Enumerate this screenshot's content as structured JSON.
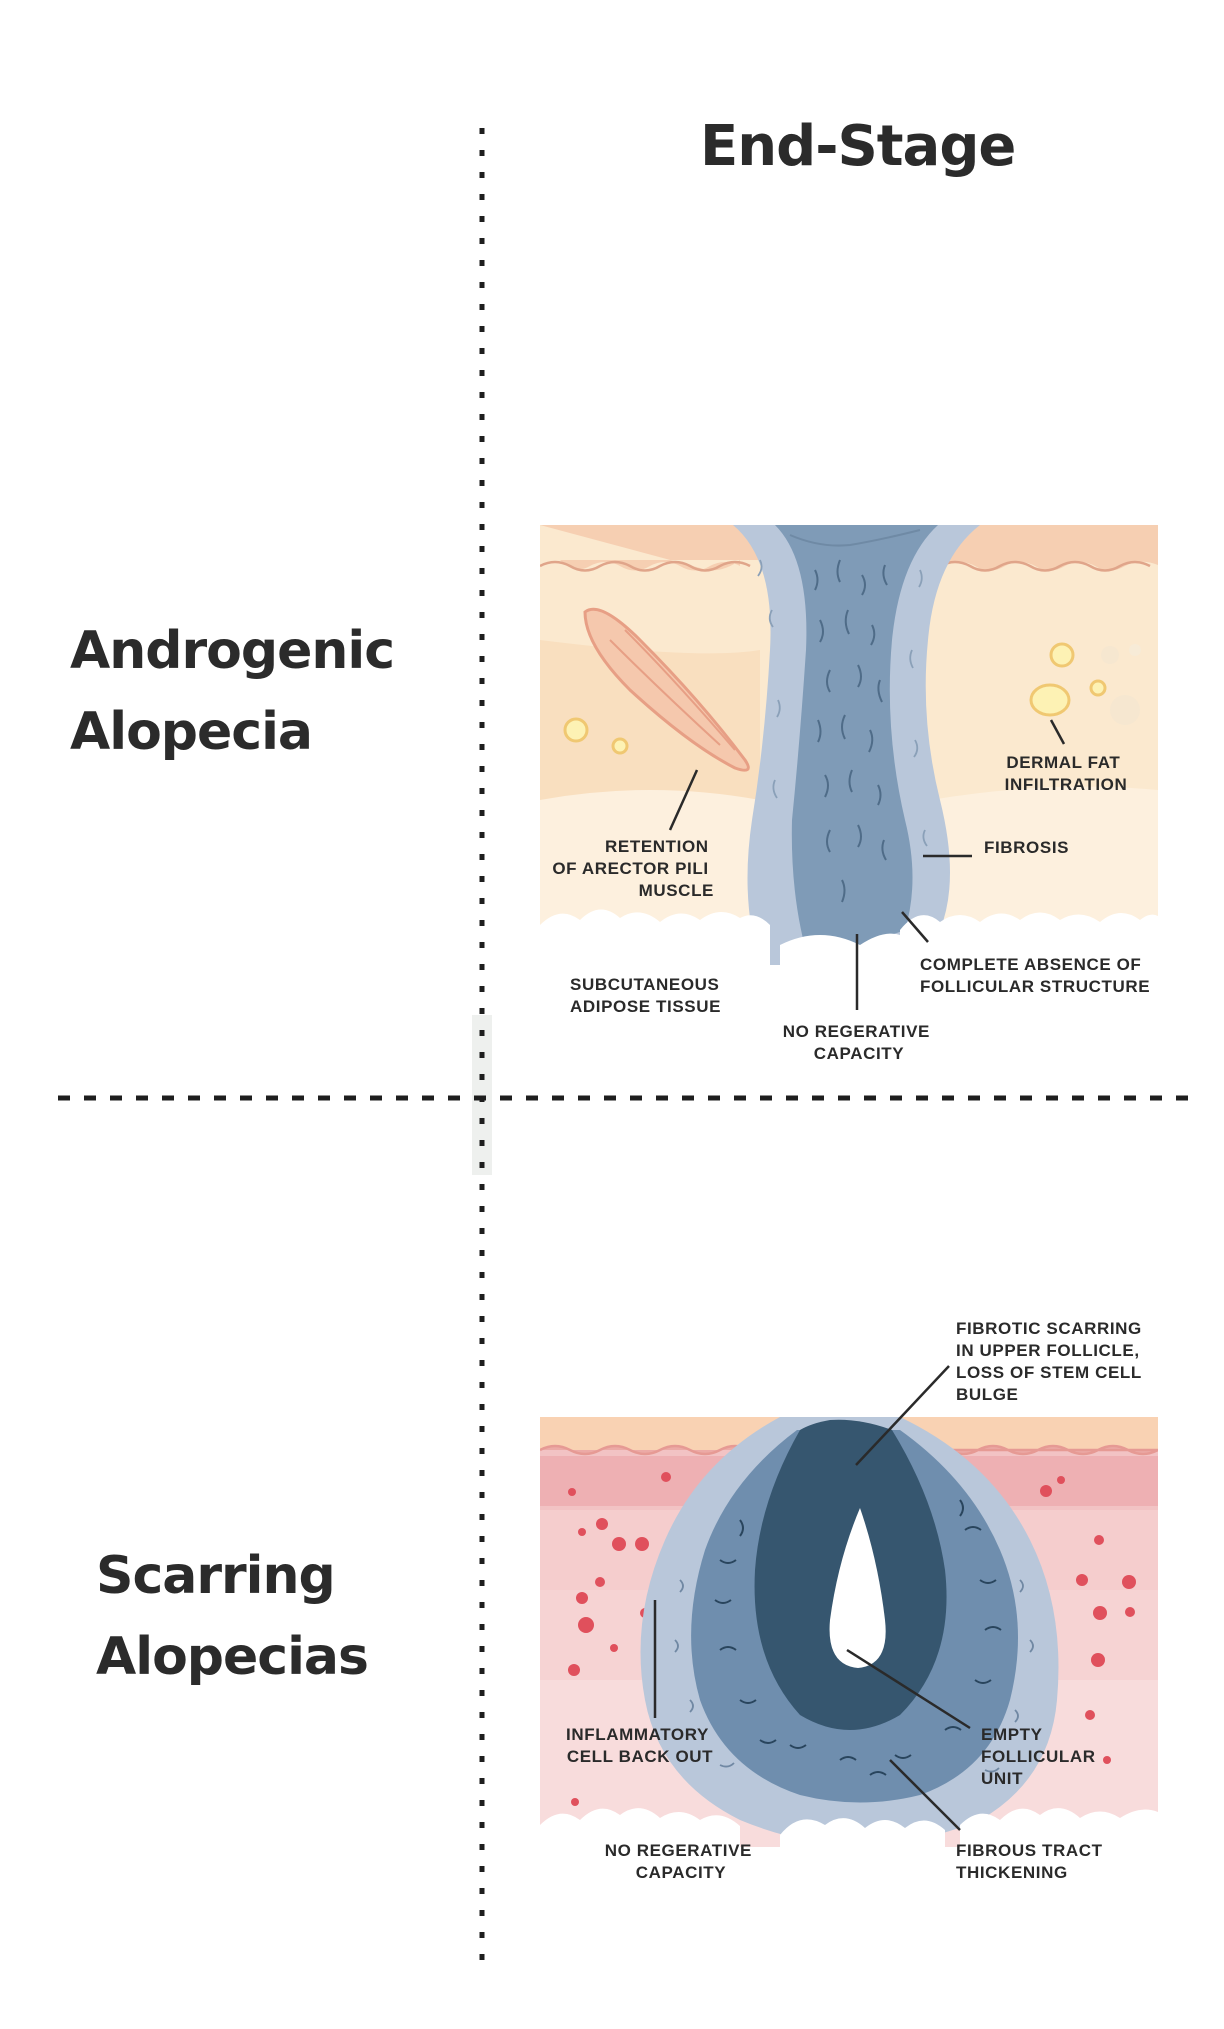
{
  "header": {
    "column_title": "End-Stage"
  },
  "rows": [
    {
      "title_lines": [
        "Androgenic",
        "Alopecia"
      ],
      "labels": {
        "retention": [
          "RETENTION",
          "OF ARECTOR PILI",
          "MUSCLE"
        ],
        "dermal_fat": [
          "DERMAL FAT",
          "INFILTRATION"
        ],
        "fibrosis": [
          "FIBROSIS"
        ],
        "subcutaneous": [
          "SUBCUTANEOUS",
          "ADIPOSE TISSUE"
        ],
        "complete_absence": [
          "COMPLETE ABSENCE OF",
          "FOLLICULAR STRUCTURE"
        ],
        "no_regen": [
          "NO REGERATIVE",
          "CAPACITY"
        ]
      }
    },
    {
      "title_lines": [
        "Scarring",
        "Alopecias"
      ],
      "labels": {
        "fibrotic": [
          "FIBROTIC SCARRING",
          "IN UPPER FOLLICLE,",
          "LOSS OF STEM CELL",
          "BULGE"
        ],
        "inflammatory": [
          "INFLAMMATORY",
          "CELL BACK OUT"
        ],
        "empty_unit": [
          "EMPTY",
          "FOLLICULAR",
          "UNIT"
        ],
        "no_regen": [
          "NO REGERATIVE",
          "CAPACITY"
        ],
        "fibrous_tract": [
          "FIBROUS TRACT",
          "THICKENING"
        ]
      }
    }
  ],
  "colors": {
    "text": "#2b2b2b",
    "divider": "#1e1e1e",
    "epidermis": "#f6cfb2",
    "dermis_light": "#fbe6c8",
    "sheath_outer": "#b9c7da",
    "sheath_inner": "#7f9bb7",
    "core_dark": "#36566f",
    "scar_dermis": "#f1b9bd",
    "blood_dot": "#e0505c"
  }
}
